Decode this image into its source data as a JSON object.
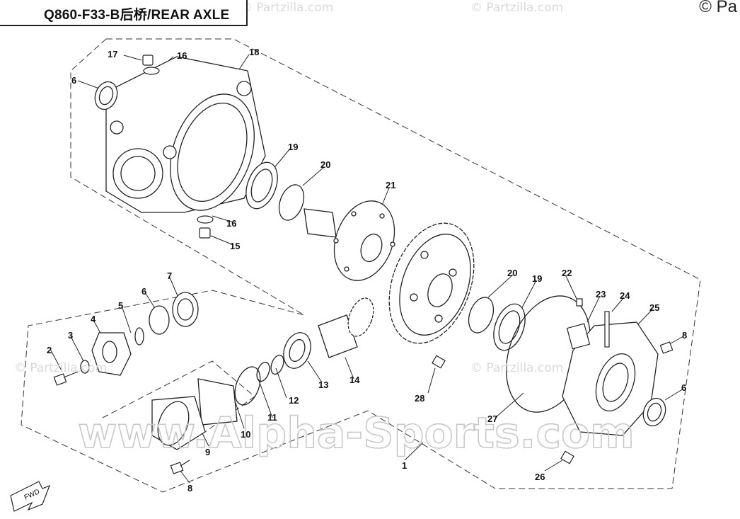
{
  "header": {
    "title": "Q860-F33-B后桥/REAR  AXLE",
    "copyright": "© Pa"
  },
  "watermarks": {
    "main": "www.Alpha-Sports.com",
    "corner": "© Partzilla.com"
  },
  "fwd_label": "FWD",
  "callouts": {
    "c1": "1",
    "c2": "2",
    "c3": "3",
    "c4": "4",
    "c5": "5",
    "c6a": "6",
    "c6b": "6",
    "c6c": "6",
    "c7": "7",
    "c8a": "8",
    "c8b": "8",
    "c9": "9",
    "c10": "10",
    "c11": "11",
    "c12": "12",
    "c13": "13",
    "c14": "14",
    "c15": "15",
    "c16a": "16",
    "c16b": "16",
    "c17": "17",
    "c18": "18",
    "c19a": "19",
    "c19b": "19",
    "c20a": "20",
    "c20b": "20",
    "c21": "21",
    "c22": "22",
    "c23": "23",
    "c24": "24",
    "c25": "25",
    "c26": "26",
    "c27": "27",
    "c28": "28"
  },
  "colors": {
    "line": "#222222",
    "watermark": "#c8c8c8",
    "background": "#ffffff"
  }
}
